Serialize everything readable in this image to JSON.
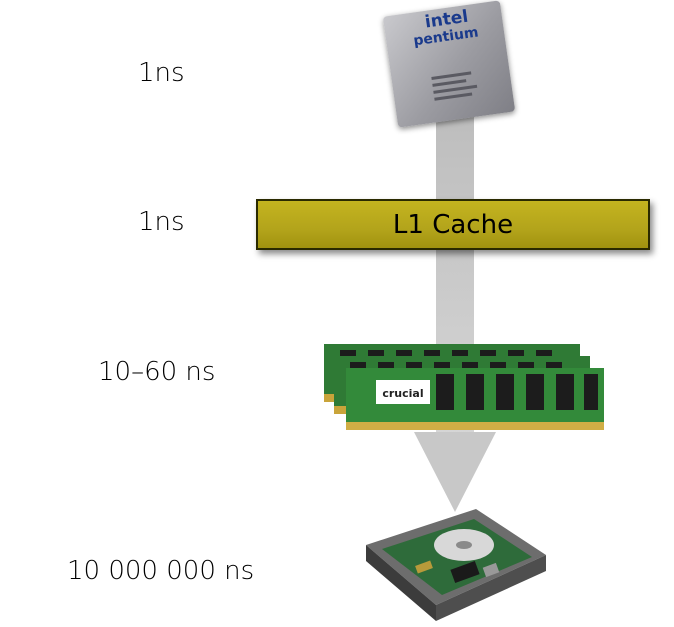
{
  "rows": [
    {
      "latency": "1ns"
    },
    {
      "latency": "1ns"
    },
    {
      "latency": "10–60 ns"
    },
    {
      "latency": "10 000 000 ns"
    }
  ],
  "cpu": {
    "brand_line1": "intel",
    "brand_line2": "pentium"
  },
  "l1_cache": {
    "label": "L1 Cache"
  },
  "ram": {
    "brand": "crucial"
  },
  "colors": {
    "l1_fill": "#b3a41b",
    "beam": "#c8c8c8"
  }
}
